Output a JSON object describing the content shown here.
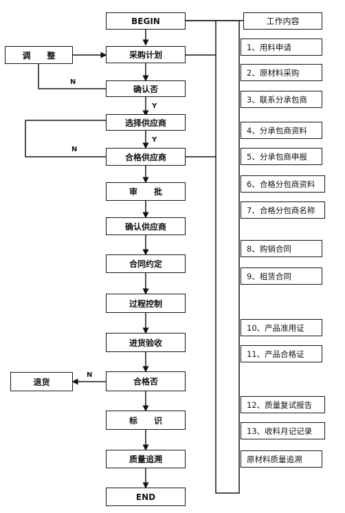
{
  "flow": {
    "begin": "BEGIN",
    "plan": "采购计划",
    "confirm": "确认否",
    "select_supplier": "选择供应商",
    "qualified_supplier": "合格供应商",
    "approve": "审　　批",
    "confirm_supplier": "确认供应商",
    "contract": "合同约定",
    "process_control": "过程控制",
    "acceptance": "进货验收",
    "qualified": "合格否",
    "label": "标　　识",
    "trace": "质量追溯",
    "end": "END",
    "adjust": "调　　整",
    "return_goods": "退货"
  },
  "branch_labels": {
    "n1": "N",
    "y1": "Y",
    "y2": "Y",
    "n2": "N",
    "n3": "N"
  },
  "work": {
    "header": "工作内容",
    "items": [
      "1、用料申请",
      "2、原材料采购",
      "3、联系分承包商",
      "4、分承包商资料",
      "5、分承包商申报",
      "6、合格分包商资料",
      "7、合格分包商名称",
      "8、购销合同",
      "9、租赁合同",
      "10、产品准用证",
      "11、产品合格证",
      "12、质量复试报告",
      "13、收料月记记录",
      "原材料质量追溯"
    ]
  }
}
